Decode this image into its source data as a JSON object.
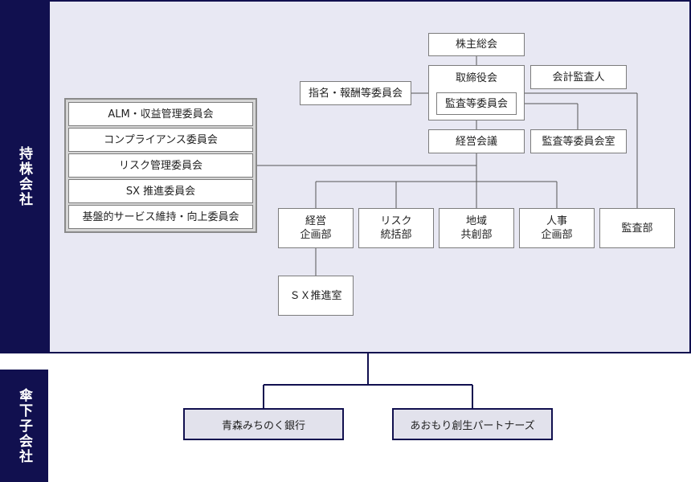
{
  "side_labels": {
    "holding": "持株会社",
    "subsidiary": "傘下子会社"
  },
  "committees": [
    "ALM・収益管理委員会",
    "コンプライアンス委員会",
    "リスク管理委員会",
    "SX 推進委員会",
    "基盤的サービス維持・向上委員会"
  ],
  "org": {
    "shareholders_meeting": "株主総会",
    "board": "取締役会",
    "audit_committee": "監査等委員会",
    "accounting_auditor": "会計監査人",
    "nomination_committee": "指名・報酬等委員会",
    "management_meeting": "経営会議",
    "audit_committee_office": "監査等委員会室",
    "departments": [
      "経営\n企画部",
      "リスク\n統括部",
      "地域\n共創部",
      "人事\n企画部"
    ],
    "audit_department": "監査部",
    "sx_office": "ＳＸ推進室"
  },
  "subsidiaries": [
    "青森みちのく銀行",
    "あおもり創生パートナーズ"
  ]
}
